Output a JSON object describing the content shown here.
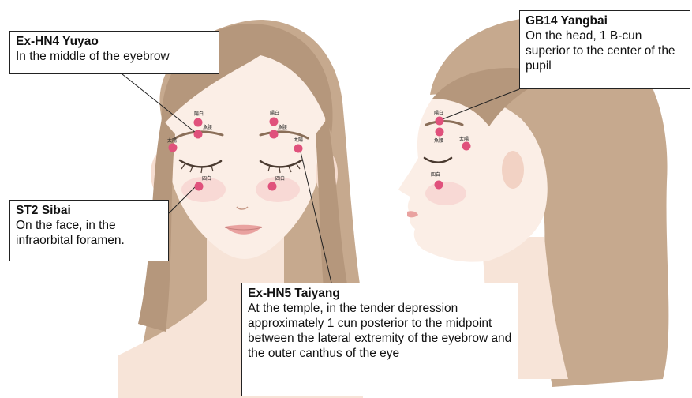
{
  "colors": {
    "point": "#e0517c",
    "skin": "#fbeee6",
    "hair": "#b5977c",
    "line": "#222222"
  },
  "callouts": {
    "yuyao": {
      "title": "Ex-HN4 Yuyao",
      "description": "In the middle of the eyebrow"
    },
    "yangbai": {
      "title": "GB14 Yangbai",
      "description": "On the head, 1 B-cun superior to the center of the pupil"
    },
    "sibai": {
      "title": "ST2 Sibai",
      "description": "On the face, in the infraorbital foramen."
    },
    "taiyang": {
      "title": "Ex-HN5 Taiyang",
      "description": "At the temple, in the tender depression approximately 1 cun posterior to the midpoint between the lateral extremity of the eyebrow and the outer canthus of the eye"
    }
  },
  "point_labels": {
    "yangbai": "陽白",
    "yuyao": "魚腰",
    "taiyang": "太陽",
    "sibai": "四白"
  }
}
